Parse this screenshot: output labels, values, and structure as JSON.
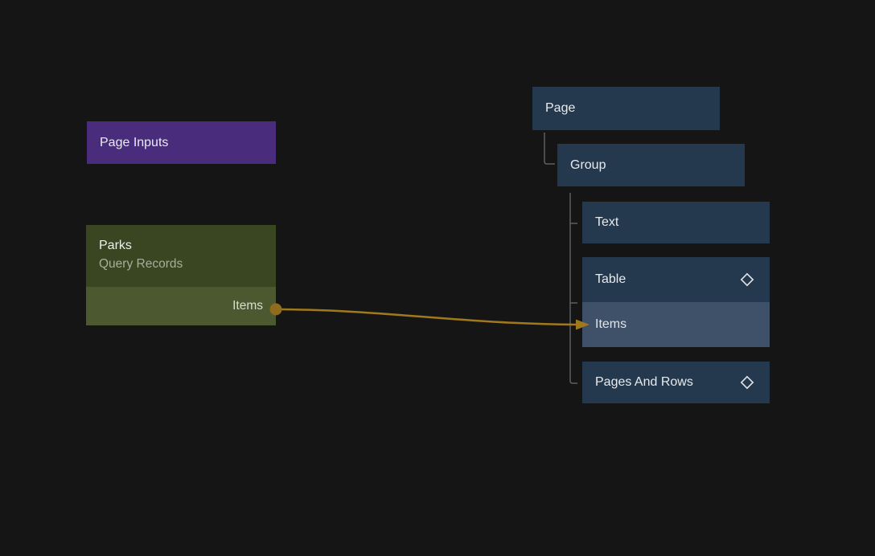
{
  "canvas": {
    "background_color": "#151515"
  },
  "nodes": {
    "page_inputs": {
      "label": "Page Inputs",
      "color": "#4a2c7c"
    },
    "parks": {
      "title": "Parks",
      "subtitle": "Query Records",
      "output_port": "Items",
      "header_color": "#3a4521",
      "port_row_color": "#4c5930"
    }
  },
  "tree": {
    "node_color": "#24384e",
    "highlight_color": "#3e5168",
    "page": {
      "label": "Page"
    },
    "group": {
      "label": "Group"
    },
    "text": {
      "label": "Text"
    },
    "table": {
      "label": "Table",
      "icon": "diamond",
      "input_port": "Items",
      "input_port_highlighted": true
    },
    "pages_and_rows": {
      "label": "Pages And Rows",
      "icon": "diamond"
    }
  },
  "edge": {
    "from": "Parks Items",
    "to": "Table Items",
    "color": "#a0791c"
  },
  "connector_color": "#5c6063"
}
